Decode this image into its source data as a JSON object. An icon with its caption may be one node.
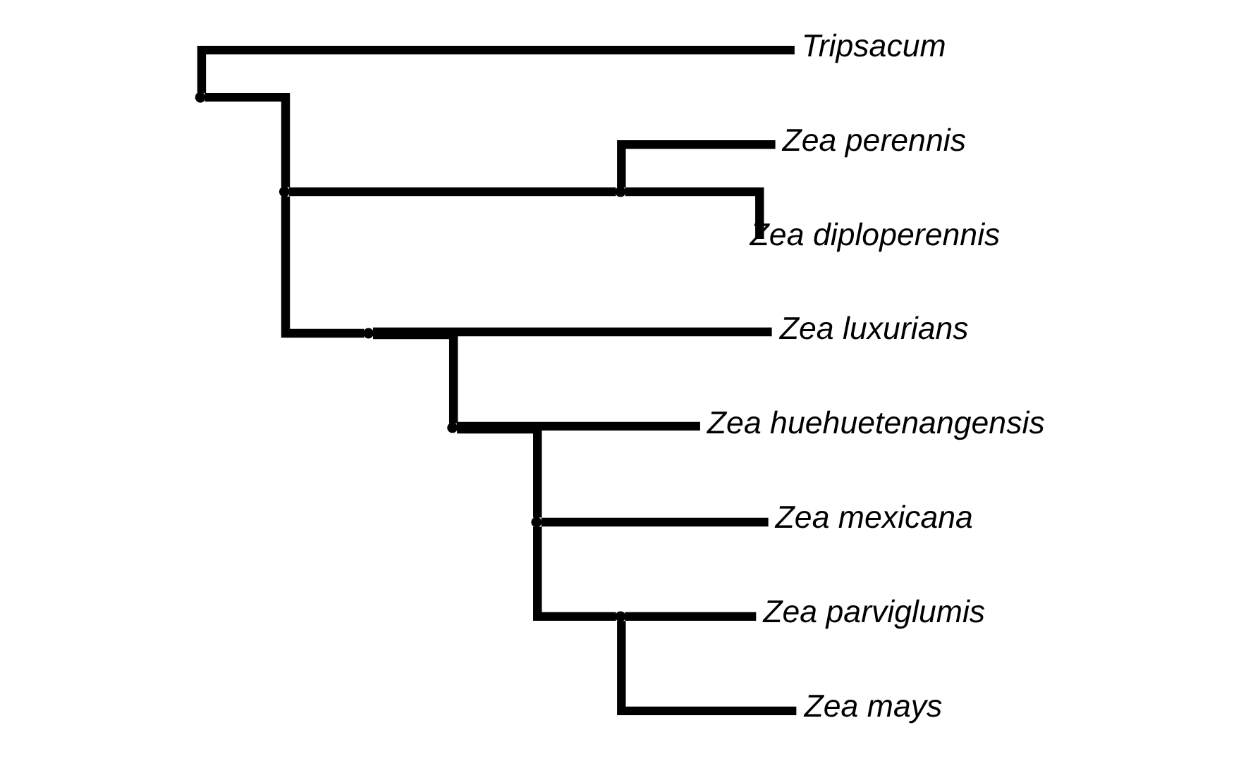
{
  "diagram": {
    "nodes": [
      {
        "text": [],
        "shape": "point"
      },
      {
        "text": [
          "Tripsacum"
        ]
      },
      {
        "text": [],
        "shape": "point"
      },
      {
        "text": [],
        "shape": "point"
      },
      {
        "text": [
          "Zea perennis"
        ]
      },
      {
        "text": [
          "Zea diploperennis"
        ]
      },
      {
        "text": [],
        "shape": "point"
      },
      {
        "text": [
          "Zea luxurians"
        ]
      },
      {
        "text": [],
        "shape": "point"
      },
      {
        "text": [
          "Zea huehuetenangensis"
        ]
      },
      {
        "text": [],
        "shape": "point"
      },
      {
        "text": [
          "Zea mexicana"
        ]
      },
      {
        "text": [],
        "shape": "point"
      },
      {
        "text": [
          "Zea parviglumis"
        ]
      },
      {
        "text": [
          "Zea mays"
        ]
      }
    ],
    "edges": [
      {
        "from": 0,
        "to": 1,
        "arrow": "none"
      },
      {
        "from": 0,
        "to": 2,
        "arrow": "none"
      },
      {
        "from": 2,
        "to": 3,
        "arrow": "none"
      },
      {
        "from": 3,
        "to": 4,
        "arrow": "none"
      },
      {
        "from": 3,
        "to": 5,
        "arrow": "none"
      },
      {
        "from": 2,
        "to": 6,
        "arrow": "none"
      },
      {
        "from": 6,
        "to": 7,
        "arrow": "none"
      },
      {
        "from": 6,
        "to": 8,
        "arrow": "none"
      },
      {
        "from": 8,
        "to": 9,
        "arrow": "none"
      },
      {
        "from": 8,
        "to": 10,
        "arrow": "none"
      },
      {
        "from": 10,
        "to": 11,
        "arrow": "none"
      },
      {
        "from": 10,
        "to": 12,
        "arrow": "none"
      },
      {
        "from": 12,
        "to": 13,
        "arrow": "none"
      },
      {
        "from": 12,
        "to": 14,
        "arrow": "none"
      }
    ]
  }
}
